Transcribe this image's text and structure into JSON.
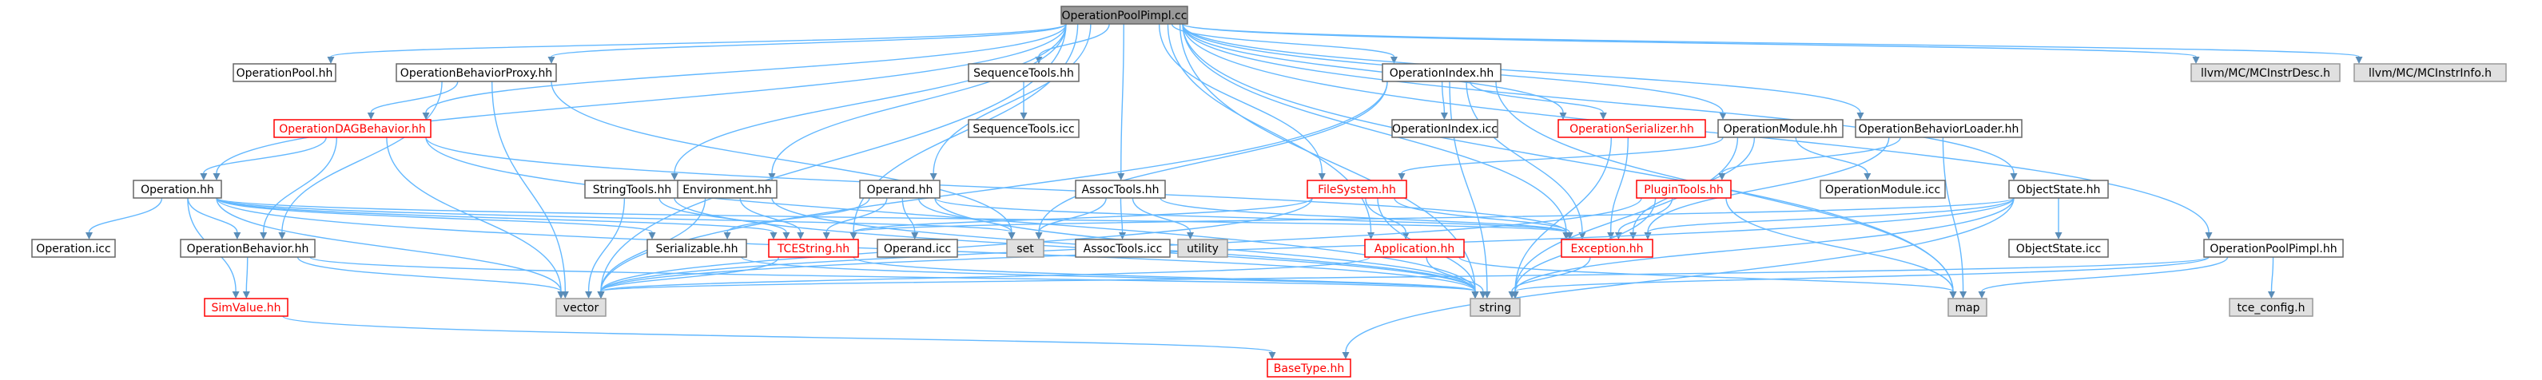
{
  "colors": {
    "edge": "#63b8ff",
    "edge_dark": "#5a8db8",
    "text": "#000000",
    "text_red": "#ff0000",
    "node_border": "#666666",
    "node_border_red": "#ff0000",
    "node_fill": "#ffffff",
    "root_fill": "#999999",
    "system_fill": "#e0e0e0",
    "system_border": "#999999"
  },
  "nodes": [
    {
      "id": "OperationPoolPimpl_cc",
      "label": "OperationPoolPimpl.cc",
      "kind": "root"
    },
    {
      "id": "OperationPool_hh",
      "label": "OperationPool.hh",
      "kind": "normal"
    },
    {
      "id": "OperationBehaviorProxy_hh",
      "label": "OperationBehaviorProxy.hh",
      "kind": "normal"
    },
    {
      "id": "SequenceTools_hh",
      "label": "SequenceTools.hh",
      "kind": "normal"
    },
    {
      "id": "SequenceTools_icc",
      "label": "SequenceTools.icc",
      "kind": "normal"
    },
    {
      "id": "OperationIndex_hh",
      "label": "OperationIndex.hh",
      "kind": "normal"
    },
    {
      "id": "OperationIndex_icc",
      "label": "OperationIndex.icc",
      "kind": "normal"
    },
    {
      "id": "llvm_MCInstrDesc_h",
      "label": "llvm/MC/MCInstrDesc.h",
      "kind": "system"
    },
    {
      "id": "llvm_MCInstrInfo_h",
      "label": "llvm/MC/MCInstrInfo.h",
      "kind": "system"
    },
    {
      "id": "OperationDAGBehavior_hh",
      "label": "OperationDAGBehavior.hh",
      "kind": "red"
    },
    {
      "id": "OperationSerializer_hh",
      "label": "OperationSerializer.hh",
      "kind": "red"
    },
    {
      "id": "OperationModule_hh",
      "label": "OperationModule.hh",
      "kind": "normal"
    },
    {
      "id": "OperationBehaviorLoader_hh",
      "label": "OperationBehaviorLoader.hh",
      "kind": "normal"
    },
    {
      "id": "Operation_hh",
      "label": "Operation.hh",
      "kind": "normal"
    },
    {
      "id": "StringTools_hh",
      "label": "StringTools.hh",
      "kind": "normal"
    },
    {
      "id": "Environment_hh",
      "label": "Environment.hh",
      "kind": "normal"
    },
    {
      "id": "Operand_hh",
      "label": "Operand.hh",
      "kind": "normal"
    },
    {
      "id": "AssocTools_hh",
      "label": "AssocTools.hh",
      "kind": "normal"
    },
    {
      "id": "FileSystem_hh",
      "label": "FileSystem.hh",
      "kind": "red"
    },
    {
      "id": "PluginTools_hh",
      "label": "PluginTools.hh",
      "kind": "red"
    },
    {
      "id": "OperationModule_icc",
      "label": "OperationModule.icc",
      "kind": "normal"
    },
    {
      "id": "ObjectState_hh",
      "label": "ObjectState.hh",
      "kind": "normal"
    },
    {
      "id": "Operation_icc",
      "label": "Operation.icc",
      "kind": "normal"
    },
    {
      "id": "OperationBehavior_hh",
      "label": "OperationBehavior.hh",
      "kind": "normal"
    },
    {
      "id": "Serializable_hh",
      "label": "Serializable.hh",
      "kind": "normal"
    },
    {
      "id": "TCEString_hh",
      "label": "TCEString.hh",
      "kind": "red"
    },
    {
      "id": "Operand_icc",
      "label": "Operand.icc",
      "kind": "normal"
    },
    {
      "id": "set",
      "label": "set",
      "kind": "system"
    },
    {
      "id": "AssocTools_icc",
      "label": "AssocTools.icc",
      "kind": "normal"
    },
    {
      "id": "utility",
      "label": "utility",
      "kind": "system"
    },
    {
      "id": "Application_hh",
      "label": "Application.hh",
      "kind": "red"
    },
    {
      "id": "Exception_hh",
      "label": "Exception.hh",
      "kind": "red"
    },
    {
      "id": "ObjectState_icc",
      "label": "ObjectState.icc",
      "kind": "normal"
    },
    {
      "id": "OperationPoolPimpl_hh",
      "label": "OperationPoolPimpl.hh",
      "kind": "normal"
    },
    {
      "id": "SimValue_hh",
      "label": "SimValue.hh",
      "kind": "red"
    },
    {
      "id": "vector",
      "label": "vector",
      "kind": "system"
    },
    {
      "id": "string",
      "label": "string",
      "kind": "system"
    },
    {
      "id": "map",
      "label": "map",
      "kind": "system"
    },
    {
      "id": "tce_config_h",
      "label": "tce_config.h",
      "kind": "system"
    },
    {
      "id": "BaseType_hh",
      "label": "BaseType.hh",
      "kind": "red"
    }
  ],
  "edges": [
    [
      "OperationPoolPimpl_cc",
      "OperationPool_hh"
    ],
    [
      "OperationPoolPimpl_cc",
      "OperationBehaviorProxy_hh"
    ],
    [
      "OperationPoolPimpl_cc",
      "SequenceTools_hh"
    ],
    [
      "OperationPoolPimpl_cc",
      "OperationIndex_hh"
    ],
    [
      "OperationPoolPimpl_cc",
      "llvm_MCInstrDesc_h"
    ],
    [
      "OperationPoolPimpl_cc",
      "llvm_MCInstrInfo_h"
    ],
    [
      "OperationPoolPimpl_cc",
      "OperationDAGBehavior_hh"
    ],
    [
      "OperationPoolPimpl_cc",
      "OperationSerializer_hh"
    ],
    [
      "OperationPoolPimpl_cc",
      "OperationModule_hh"
    ],
    [
      "OperationPoolPimpl_cc",
      "OperationBehaviorLoader_hh"
    ],
    [
      "OperationPoolPimpl_cc",
      "Operation_hh"
    ],
    [
      "OperationPoolPimpl_cc",
      "StringTools_hh"
    ],
    [
      "OperationPoolPimpl_cc",
      "Environment_hh"
    ],
    [
      "OperationPoolPimpl_cc",
      "Operand_hh"
    ],
    [
      "OperationPoolPimpl_cc",
      "AssocTools_hh"
    ],
    [
      "OperationPoolPimpl_cc",
      "FileSystem_hh"
    ],
    [
      "OperationPoolPimpl_cc",
      "ObjectState_hh"
    ],
    [
      "OperationPoolPimpl_cc",
      "TCEString_hh"
    ],
    [
      "OperationPoolPimpl_cc",
      "Application_hh"
    ],
    [
      "OperationPoolPimpl_cc",
      "OperationPoolPimpl_hh"
    ],
    [
      "OperationPoolPimpl_cc",
      "vector"
    ],
    [
      "OperationPoolPimpl_cc",
      "string"
    ],
    [
      "OperationPoolPimpl_cc",
      "map"
    ],
    [
      "OperationPoolPimpl_cc",
      "Exception_hh"
    ],
    [
      "OperationBehaviorProxy_hh",
      "OperationDAGBehavior_hh"
    ],
    [
      "OperationBehaviorProxy_hh",
      "OperationBehavior_hh"
    ],
    [
      "OperationBehaviorProxy_hh",
      "set"
    ],
    [
      "OperationBehaviorProxy_hh",
      "vector"
    ],
    [
      "SequenceTools_hh",
      "SequenceTools_icc"
    ],
    [
      "OperationIndex_hh",
      "OperationIndex_icc"
    ],
    [
      "OperationIndex_hh",
      "OperationSerializer_hh"
    ],
    [
      "OperationIndex_hh",
      "string"
    ],
    [
      "OperationIndex_hh",
      "vector"
    ],
    [
      "OperationIndex_hh",
      "map"
    ],
    [
      "OperationIndex_hh",
      "set"
    ],
    [
      "OperationIndex_hh",
      "Exception_hh"
    ],
    [
      "OperationDAGBehavior_hh",
      "Operation_hh"
    ],
    [
      "OperationDAGBehavior_hh",
      "OperationBehavior_hh"
    ],
    [
      "OperationDAGBehavior_hh",
      "vector"
    ],
    [
      "OperationDAGBehavior_hh",
      "string"
    ],
    [
      "OperationDAGBehavior_hh",
      "Exception_hh"
    ],
    [
      "OperationSerializer_hh",
      "Exception_hh"
    ],
    [
      "OperationSerializer_hh",
      "string"
    ],
    [
      "OperationModule_hh",
      "OperationModule_icc"
    ],
    [
      "OperationModule_hh",
      "FileSystem_hh"
    ],
    [
      "OperationModule_hh",
      "Exception_hh"
    ],
    [
      "OperationModule_hh",
      "string"
    ],
    [
      "OperationBehaviorLoader_hh",
      "PluginTools_hh"
    ],
    [
      "OperationBehaviorLoader_hh",
      "Exception_hh"
    ],
    [
      "OperationBehaviorLoader_hh",
      "map"
    ],
    [
      "Operation_hh",
      "Operation_icc"
    ],
    [
      "Operation_hh",
      "OperationBehavior_hh"
    ],
    [
      "Operation_hh",
      "Serializable_hh"
    ],
    [
      "Operation_hh",
      "TCEString_hh"
    ],
    [
      "Operation_hh",
      "SimValue_hh"
    ],
    [
      "Operation_hh",
      "vector"
    ],
    [
      "Operation_hh",
      "string"
    ],
    [
      "Operation_hh",
      "set"
    ],
    [
      "Operation_hh",
      "Exception_hh"
    ],
    [
      "StringTools_hh",
      "TCEString_hh"
    ],
    [
      "StringTools_hh",
      "vector"
    ],
    [
      "StringTools_hh",
      "string"
    ],
    [
      "Environment_hh",
      "TCEString_hh"
    ],
    [
      "Environment_hh",
      "vector"
    ],
    [
      "Environment_hh",
      "string"
    ],
    [
      "Operand_hh",
      "Serializable_hh"
    ],
    [
      "Operand_hh",
      "TCEString_hh"
    ],
    [
      "Operand_hh",
      "Operand_icc"
    ],
    [
      "Operand_hh",
      "set"
    ],
    [
      "Operand_hh",
      "string"
    ],
    [
      "Operand_hh",
      "Exception_hh"
    ],
    [
      "AssocTools_hh",
      "AssocTools_icc"
    ],
    [
      "AssocTools_hh",
      "set"
    ],
    [
      "AssocTools_hh",
      "utility"
    ],
    [
      "AssocTools_hh",
      "Exception_hh"
    ],
    [
      "FileSystem_hh",
      "TCEString_hh"
    ],
    [
      "FileSystem_hh",
      "Application_hh"
    ],
    [
      "FileSystem_hh",
      "Exception_hh"
    ],
    [
      "FileSystem_hh",
      "vector"
    ],
    [
      "FileSystem_hh",
      "string"
    ],
    [
      "PluginTools_hh",
      "Exception_hh"
    ],
    [
      "PluginTools_hh",
      "string"
    ],
    [
      "PluginTools_hh",
      "vector"
    ],
    [
      "PluginTools_hh",
      "map"
    ],
    [
      "ObjectState_hh",
      "ObjectState_icc"
    ],
    [
      "ObjectState_hh",
      "TCEString_hh"
    ],
    [
      "ObjectState_hh",
      "Exception_hh"
    ],
    [
      "ObjectState_hh",
      "string"
    ],
    [
      "ObjectState_hh",
      "vector"
    ],
    [
      "ObjectState_hh",
      "BaseType_hh"
    ],
    [
      "OperationBehavior_hh",
      "SimValue_hh"
    ],
    [
      "OperationBehavior_hh",
      "vector"
    ],
    [
      "OperationBehavior_hh",
      "string"
    ],
    [
      "Serializable_hh",
      "string"
    ],
    [
      "TCEString_hh",
      "string"
    ],
    [
      "TCEString_hh",
      "vector"
    ],
    [
      "Application_hh",
      "string"
    ],
    [
      "Application_hh",
      "vector"
    ],
    [
      "Application_hh",
      "map"
    ],
    [
      "Exception_hh",
      "string"
    ],
    [
      "OperationPoolPimpl_hh",
      "map"
    ],
    [
      "OperationPoolPimpl_hh",
      "string"
    ],
    [
      "OperationPoolPimpl_hh",
      "vector"
    ],
    [
      "OperationPoolPimpl_hh",
      "tce_config_h"
    ],
    [
      "SimValue_hh",
      "BaseType_hh"
    ]
  ]
}
